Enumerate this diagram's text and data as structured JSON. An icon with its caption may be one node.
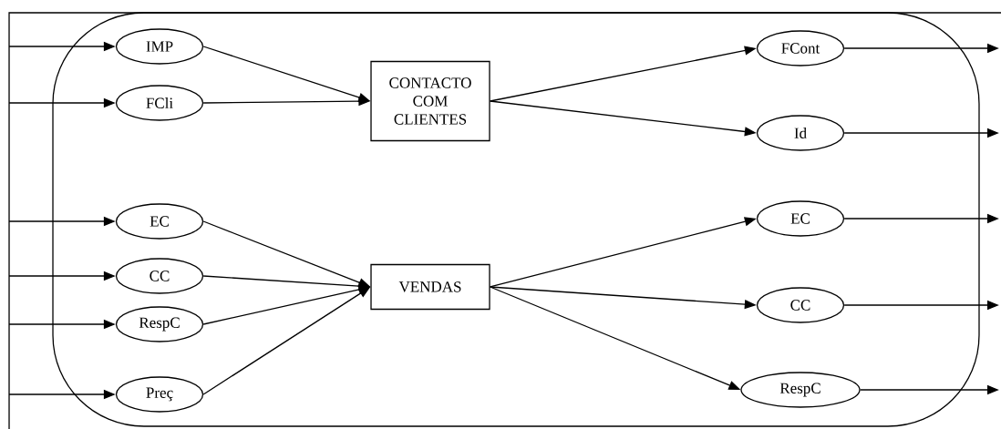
{
  "diagram": {
    "nodes": [
      {
        "text": [
          "IMP"
        ]
      },
      {
        "text": [
          "FCli"
        ]
      },
      {
        "text": [
          "CONTACTO COM CLIENTES"
        ]
      },
      {
        "text": [
          "FCont"
        ]
      },
      {
        "text": [
          "Id"
        ]
      },
      {
        "text": [
          "EC"
        ]
      },
      {
        "text": [
          "CC"
        ]
      },
      {
        "text": [
          "RespC"
        ]
      },
      {
        "text": [
          "Preç"
        ]
      },
      {
        "text": [
          "VENDAS"
        ]
      },
      {
        "text": [
          "EC"
        ]
      },
      {
        "text": [
          "CC"
        ]
      },
      {
        "text": [
          "RespC"
        ]
      }
    ],
    "edges": [
      {
        "from": null,
        "to": 0,
        "arrow": "to"
      },
      {
        "from": null,
        "to": 1,
        "arrow": "to"
      },
      {
        "from": 0,
        "to": 2,
        "arrow": "to"
      },
      {
        "from": 1,
        "to": 2,
        "arrow": "to"
      },
      {
        "from": 2,
        "to": 3,
        "arrow": "to"
      },
      {
        "from": 2,
        "to": 4,
        "arrow": "to"
      },
      {
        "from": 3,
        "to": null,
        "arrow": "to"
      },
      {
        "from": 4,
        "to": null,
        "arrow": "to"
      },
      {
        "from": null,
        "to": 5,
        "arrow": "to"
      },
      {
        "from": null,
        "to": 6,
        "arrow": "to"
      },
      {
        "from": null,
        "to": 7,
        "arrow": "to"
      },
      {
        "from": null,
        "to": 8,
        "arrow": "to"
      },
      {
        "from": 5,
        "to": 9,
        "arrow": "to"
      },
      {
        "from": 6,
        "to": 9,
        "arrow": "to"
      },
      {
        "from": 7,
        "to": 9,
        "arrow": "to"
      },
      {
        "from": 8,
        "to": 9,
        "arrow": "to"
      },
      {
        "from": 9,
        "to": 10,
        "arrow": "to"
      },
      {
        "from": 9,
        "to": 11,
        "arrow": "to"
      },
      {
        "from": 9,
        "to": 12,
        "arrow": "to"
      },
      {
        "from": 10,
        "to": null,
        "arrow": "to"
      },
      {
        "from": 11,
        "to": null,
        "arrow": "to"
      },
      {
        "from": 12,
        "to": null,
        "arrow": "to"
      }
    ]
  }
}
